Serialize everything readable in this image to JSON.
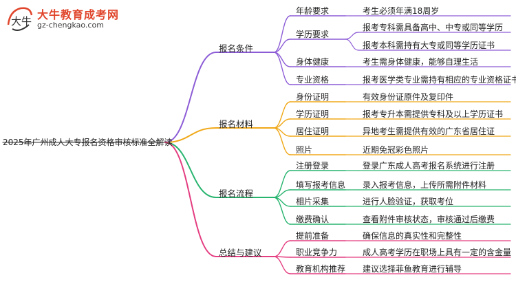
{
  "logo": {
    "title": "大牛教育成考网",
    "url": "gz-chengkao.com",
    "mark_text": "大牛"
  },
  "root": {
    "label": "2025年广州成人大专报名资格审核标准全解读"
  },
  "colors": {
    "reqs": "#8c5cd6",
    "materials": "#f0a818",
    "process": "#27b46e",
    "summary": "#e43d80"
  },
  "branches": [
    {
      "label": "报名条件",
      "color_key": "reqs",
      "children": [
        {
          "label": "年龄要求",
          "details": [
            "考生必须年满18周岁"
          ]
        },
        {
          "label": "学历要求",
          "details": [
            "报考专科需具备高中、中专或同等学历",
            "报考本科需持有大专或同等学历证书"
          ]
        },
        {
          "label": "身体健康",
          "details": [
            "考生需身体健康，能够自理生活"
          ]
        },
        {
          "label": "专业资格",
          "details": [
            "报考医学类专业需持有相应的专业资格证书"
          ]
        }
      ]
    },
    {
      "label": "报名材料",
      "color_key": "materials",
      "children": [
        {
          "label": "身份证明",
          "details": [
            "有效身份证原件及复印件"
          ]
        },
        {
          "label": "学历证明",
          "details": [
            "报考专升本需提供专科及以上学历证书"
          ]
        },
        {
          "label": "居住证明",
          "details": [
            "异地考生需提供有效的广东省居住证"
          ]
        },
        {
          "label": "照片",
          "details": [
            "近期免冠彩色照片"
          ]
        }
      ]
    },
    {
      "label": "报名流程",
      "color_key": "process",
      "children": [
        {
          "label": "注册登录",
          "details": [
            "登录广东成人高考报名系统进行注册"
          ]
        },
        {
          "label": "填写报考信息",
          "details": [
            "录入报考信息，上传所需附件材料"
          ]
        },
        {
          "label": "相片采集",
          "details": [
            "进行人脸验证，获取考位"
          ]
        },
        {
          "label": "缴费确认",
          "details": [
            "查看附件审核状态，审核通过后缴费"
          ]
        }
      ]
    },
    {
      "label": "总结与建议",
      "color_key": "summary",
      "children": [
        {
          "label": "提前准备",
          "details": [
            "确保信息的真实性和完整性"
          ]
        },
        {
          "label": "职业竞争力",
          "details": [
            "成人高考学历在职场上具有一定的含金量"
          ]
        },
        {
          "label": "教育机构推荐",
          "details": [
            "建议选择菲鱼教育进行辅导"
          ]
        }
      ]
    }
  ]
}
